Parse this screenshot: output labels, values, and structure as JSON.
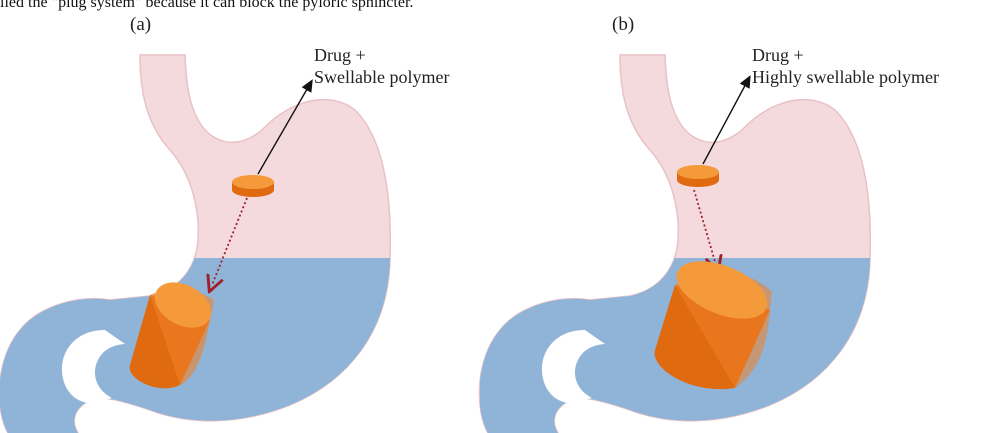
{
  "caption": "lled the \"plug system\" because it can block the pyloric sphincter.",
  "panels": [
    {
      "label": "(a)",
      "callout_line1": "Drug +",
      "callout_line2": "Swellable polymer"
    },
    {
      "label": "(b)",
      "callout_line1": "Drug +",
      "callout_line2": "Highly swellable polymer"
    }
  ],
  "colors": {
    "stomach_wall": "#f5dadd",
    "stomach_outline": "#e8c1c6",
    "fluid": "#8fb4d8",
    "tablet_top": "#f59a3a",
    "tablet_side": "#e06a10",
    "arrow_dotted": "#a11f2a",
    "pointer": "#111111"
  }
}
